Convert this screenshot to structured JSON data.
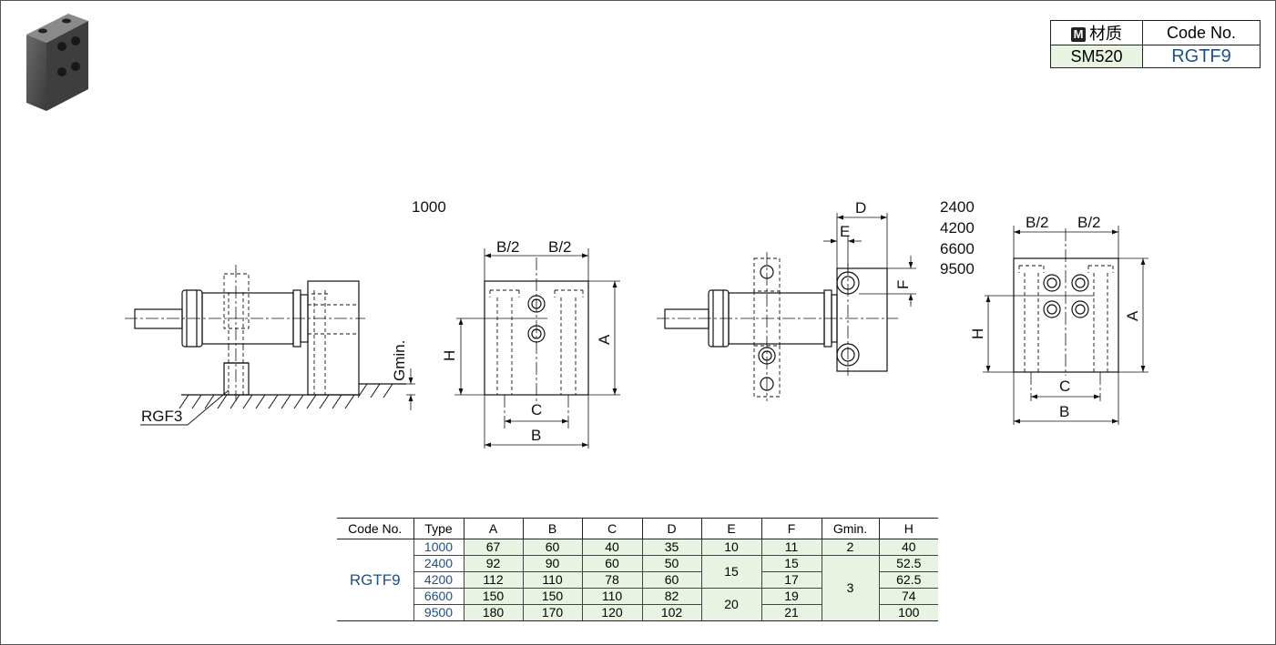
{
  "material_table": {
    "material_header": "材质",
    "material_badge": "M",
    "code_header": "Code No.",
    "material_value": "SM520",
    "code_value": "RGTF9"
  },
  "drawing_labels": {
    "type_1000": "1000",
    "types_large": [
      "2400",
      "4200",
      "6600",
      "9500"
    ],
    "rgf3": "RGF3",
    "gmin": "Gmin.",
    "b_half": "B/2",
    "a": "A",
    "b": "B",
    "c": "C",
    "d": "D",
    "e": "E",
    "f": "F",
    "h": "H"
  },
  "spec_table": {
    "headers": [
      "Code No.",
      "Type",
      "A",
      "B",
      "C",
      "D",
      "E",
      "F",
      "Gmin.",
      "H"
    ],
    "code": "RGTF9",
    "types": [
      "1000",
      "2400",
      "4200",
      "6600",
      "9500"
    ],
    "A": [
      "67",
      "92",
      "112",
      "150",
      "180"
    ],
    "B": [
      "60",
      "90",
      "110",
      "150",
      "170"
    ],
    "C": [
      "40",
      "60",
      "78",
      "110",
      "120"
    ],
    "D": [
      "35",
      "50",
      "60",
      "82",
      "102"
    ],
    "E_1000": "10",
    "E_2400_4200": "15",
    "E_6600_9500": "20",
    "F": [
      "11",
      "15",
      "17",
      "19",
      "21"
    ],
    "Gmin_1000": "2",
    "Gmin_rest": "3",
    "H": [
      "40",
      "52.5",
      "62.5",
      "74",
      "100"
    ]
  }
}
